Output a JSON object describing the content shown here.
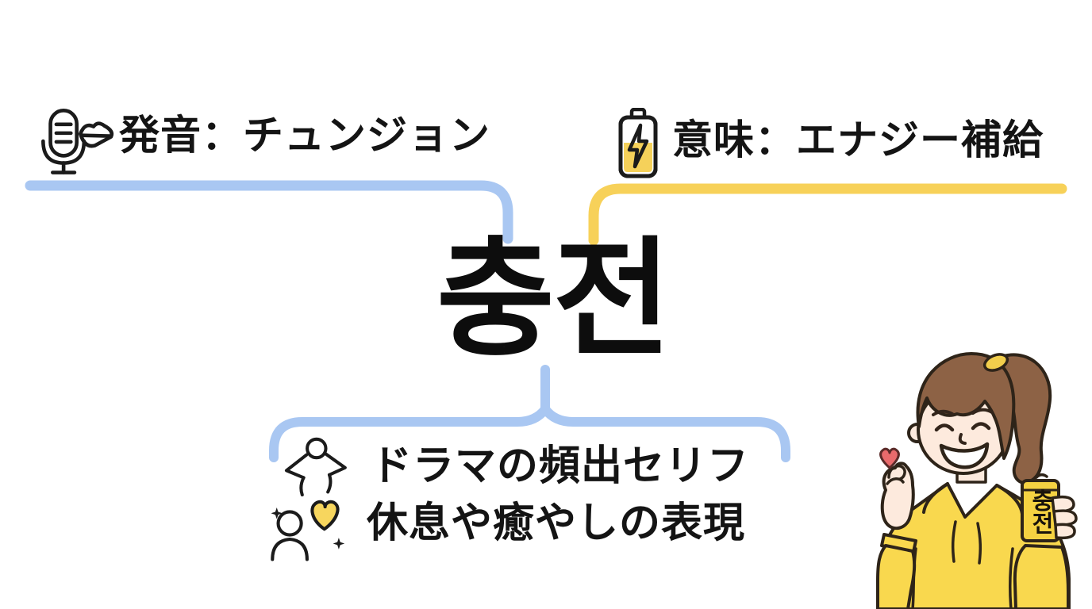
{
  "colors": {
    "accent_blue": "#a9c7f2",
    "accent_yellow": "#f7d159",
    "text_black": "#141414",
    "heart_red": "#e96a6c",
    "hoodie_yellow": "#f9d84e",
    "hair_brown": "#8d6245",
    "skin": "#fdeadd",
    "can_yellow": "#f5d242",
    "outline_dark": "#2e2419"
  },
  "word": {
    "text": "충전"
  },
  "pronunciation": {
    "label": "発音：チュンジョン",
    "icon": "microphone-lips-icon"
  },
  "meaning": {
    "label": "意味：エナジー補給",
    "icon": "battery-charging-icon"
  },
  "usage": {
    "items": [
      {
        "label": "ドラマの頻出セリフ",
        "icon": "person-relaxing-icon"
      },
      {
        "label": "休息や癒やしの表現",
        "icon": "person-with-heart-icon"
      }
    ]
  },
  "illustration": {
    "name": "woman-finger-heart-holding-can",
    "can_label": "충전"
  }
}
